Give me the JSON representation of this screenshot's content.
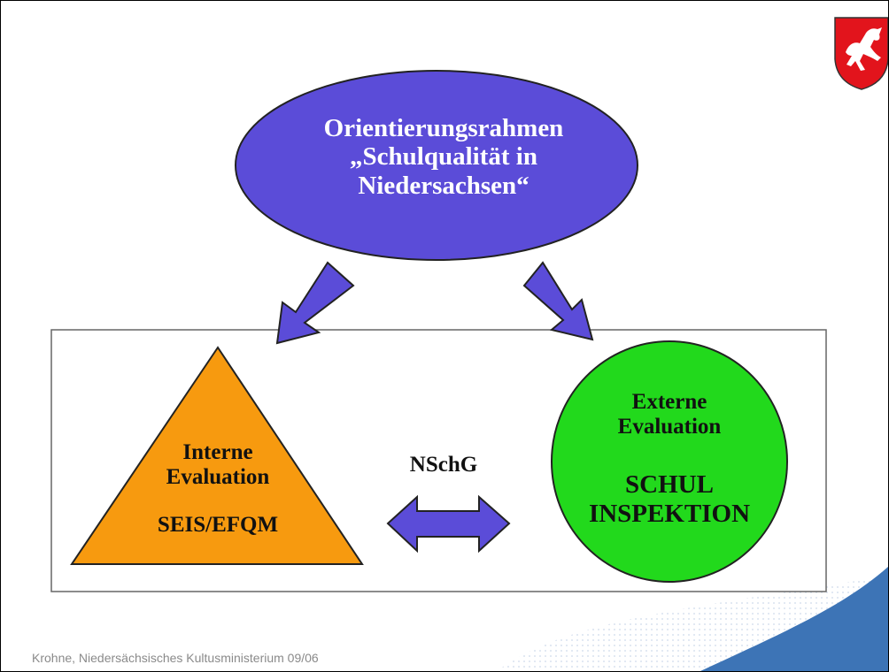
{
  "colors": {
    "ellipse_fill": "#5b4cd8",
    "arrow_fill": "#5b4cd8",
    "triangle_fill": "#f79a0f",
    "circle_fill": "#22d91c",
    "crest_fill": "#e2141c",
    "swoosh": "#3d74b6"
  },
  "top": {
    "lines": [
      "Orientierungsrahmen",
      "„Schulqualität in",
      "Niedersachsen“"
    ]
  },
  "internal": {
    "lines": [
      "Interne",
      "Evaluation"
    ],
    "code": "SEIS/EFQM"
  },
  "external": {
    "lines": [
      "Externe",
      "Evaluation"
    ],
    "code_lines": [
      "SCHUL",
      "INSPEKTION"
    ]
  },
  "law": "NSchG",
  "footer": "Krohne, Niedersächsisches Kultusministerium 09/06",
  "icons": {
    "crest": "lower-saxony-horse-crest-icon"
  }
}
